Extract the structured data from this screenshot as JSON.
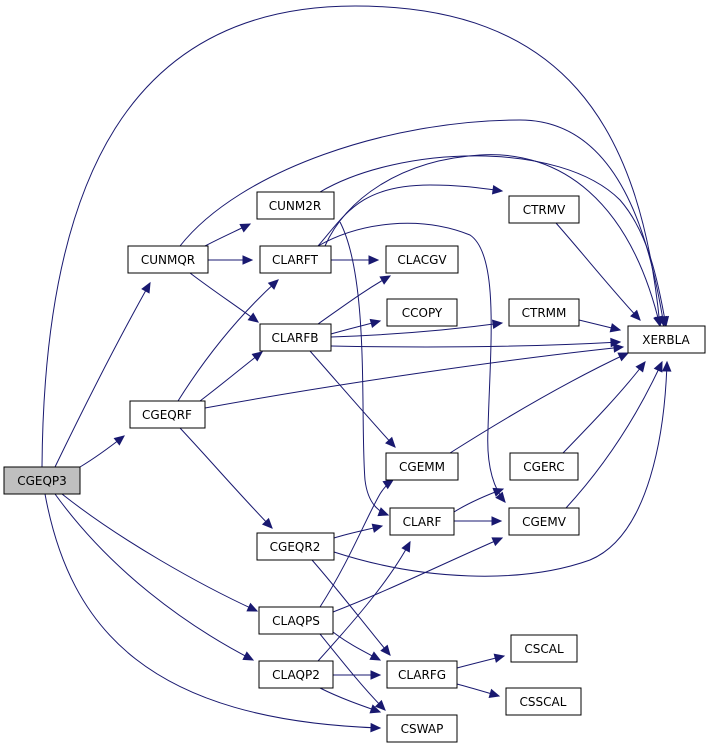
{
  "colors": {
    "edge": "#191970",
    "node_border": "#000000",
    "root_fill": "#bfbfbf",
    "node_fill": "#ffffff"
  },
  "nodes": {
    "CGEQP3": "CGEQP3",
    "CUNMQR": "CUNMQR",
    "CGEQRF": "CGEQRF",
    "CUNM2R": "CUNM2R",
    "CLARFT": "CLARFT",
    "CLARFB": "CLARFB",
    "CGEQR2": "CGEQR2",
    "CLAQPS": "CLAQPS",
    "CLAQP2": "CLAQP2",
    "CTRMV": "CTRMV",
    "CLACGV": "CLACGV",
    "CCOPY": "CCOPY",
    "CTRMM": "CTRMM",
    "CGEMM": "CGEMM",
    "CGERC": "CGERC",
    "CLARF": "CLARF",
    "CGEMV": "CGEMV",
    "CLARFG": "CLARFG",
    "CSCAL": "CSCAL",
    "CSSCAL": "CSSCAL",
    "CSWAP": "CSWAP",
    "XERBLA": "XERBLA"
  },
  "edges": [
    [
      "CGEQP3",
      "XERBLA"
    ],
    [
      "CGEQP3",
      "CUNMQR"
    ],
    [
      "CGEQP3",
      "CGEQRF"
    ],
    [
      "CGEQP3",
      "CLAQPS"
    ],
    [
      "CGEQP3",
      "CLAQP2"
    ],
    [
      "CGEQP3",
      "CSWAP"
    ],
    [
      "CUNMQR",
      "CUNM2R"
    ],
    [
      "CUNMQR",
      "CLARFT"
    ],
    [
      "CUNMQR",
      "CLARFB"
    ],
    [
      "CUNMQR",
      "XERBLA"
    ],
    [
      "CGEQRF",
      "CLARFT"
    ],
    [
      "CGEQRF",
      "CLARFB"
    ],
    [
      "CGEQRF",
      "XERBLA"
    ],
    [
      "CGEQRF",
      "CGEQR2"
    ],
    [
      "CUNM2R",
      "XERBLA"
    ],
    [
      "CUNM2R",
      "CLARF"
    ],
    [
      "CLARFT",
      "CTRMV"
    ],
    [
      "CLARFT",
      "CLACGV"
    ],
    [
      "CLARFT",
      "CGEMV"
    ],
    [
      "CLARFT",
      "XERBLA"
    ],
    [
      "CLARFB",
      "CLACGV"
    ],
    [
      "CLARFB",
      "CCOPY"
    ],
    [
      "CLARFB",
      "CTRMM"
    ],
    [
      "CLARFB",
      "CGEMM"
    ],
    [
      "CLARFB",
      "XERBLA"
    ],
    [
      "CTRMV",
      "XERBLA"
    ],
    [
      "CTRMM",
      "XERBLA"
    ],
    [
      "CGEMM",
      "XERBLA"
    ],
    [
      "CGERC",
      "XERBLA"
    ],
    [
      "CGEMV",
      "XERBLA"
    ],
    [
      "CGEQR2",
      "CLARF"
    ],
    [
      "CGEQR2",
      "CLARFG"
    ],
    [
      "CGEQR2",
      "XERBLA"
    ],
    [
      "CLARF",
      "CGERC"
    ],
    [
      "CLARF",
      "CGEMV"
    ],
    [
      "CLAQPS",
      "CGEMM"
    ],
    [
      "CLAQPS",
      "CGEMV"
    ],
    [
      "CLAQPS",
      "CLARFG"
    ],
    [
      "CLAQPS",
      "CSWAP"
    ],
    [
      "CLAQP2",
      "CLARF"
    ],
    [
      "CLAQP2",
      "CLARFG"
    ],
    [
      "CLAQP2",
      "CSWAP"
    ],
    [
      "CLARFG",
      "CSCAL"
    ],
    [
      "CLARFG",
      "CSSCAL"
    ]
  ]
}
